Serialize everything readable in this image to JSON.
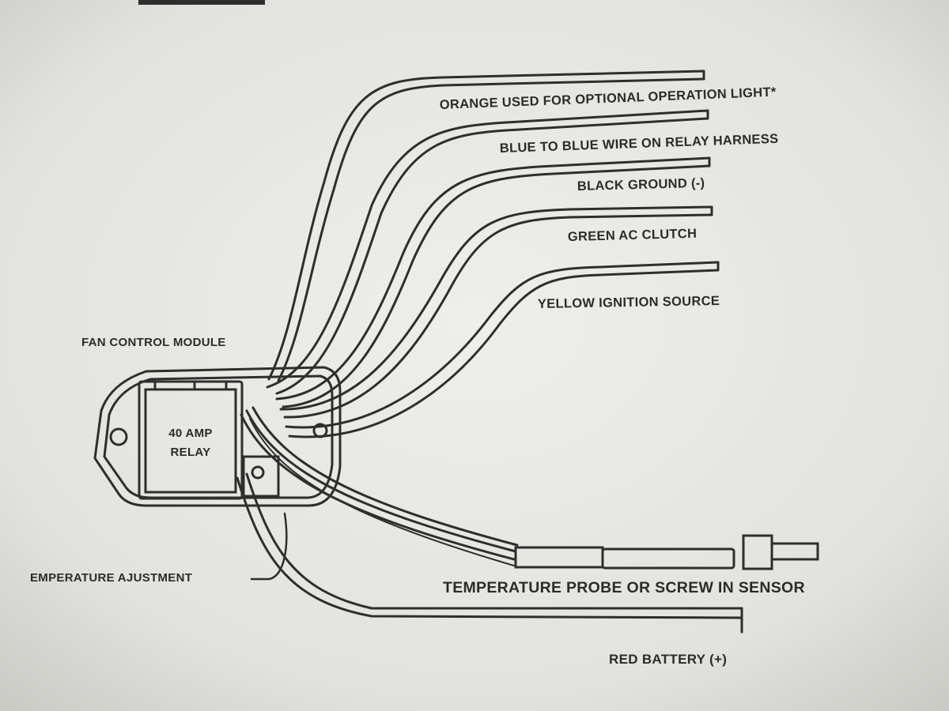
{
  "diagram": {
    "module_label": "FAN CONTROL MODULE",
    "relay_label_line1": "40 AMP",
    "relay_label_line2": "RELAY",
    "wires": {
      "orange": "ORANGE USED FOR OPTIONAL OPERATION LIGHT*",
      "blue": "BLUE TO BLUE WIRE ON RELAY HARNESS",
      "black": "BLACK GROUND (-)",
      "green": "GREEN AC CLUTCH",
      "yellow": "YELLOW IGNITION SOURCE",
      "red": "RED BATTERY (+)"
    },
    "adjustment_label": "EMPERATURE AJUSTMENT",
    "probe_label": "TEMPERATURE PROBE OR SCREW IN SENSOR"
  },
  "colors": {
    "paper": "#ececE8",
    "ink": "#2e2e2e"
  }
}
